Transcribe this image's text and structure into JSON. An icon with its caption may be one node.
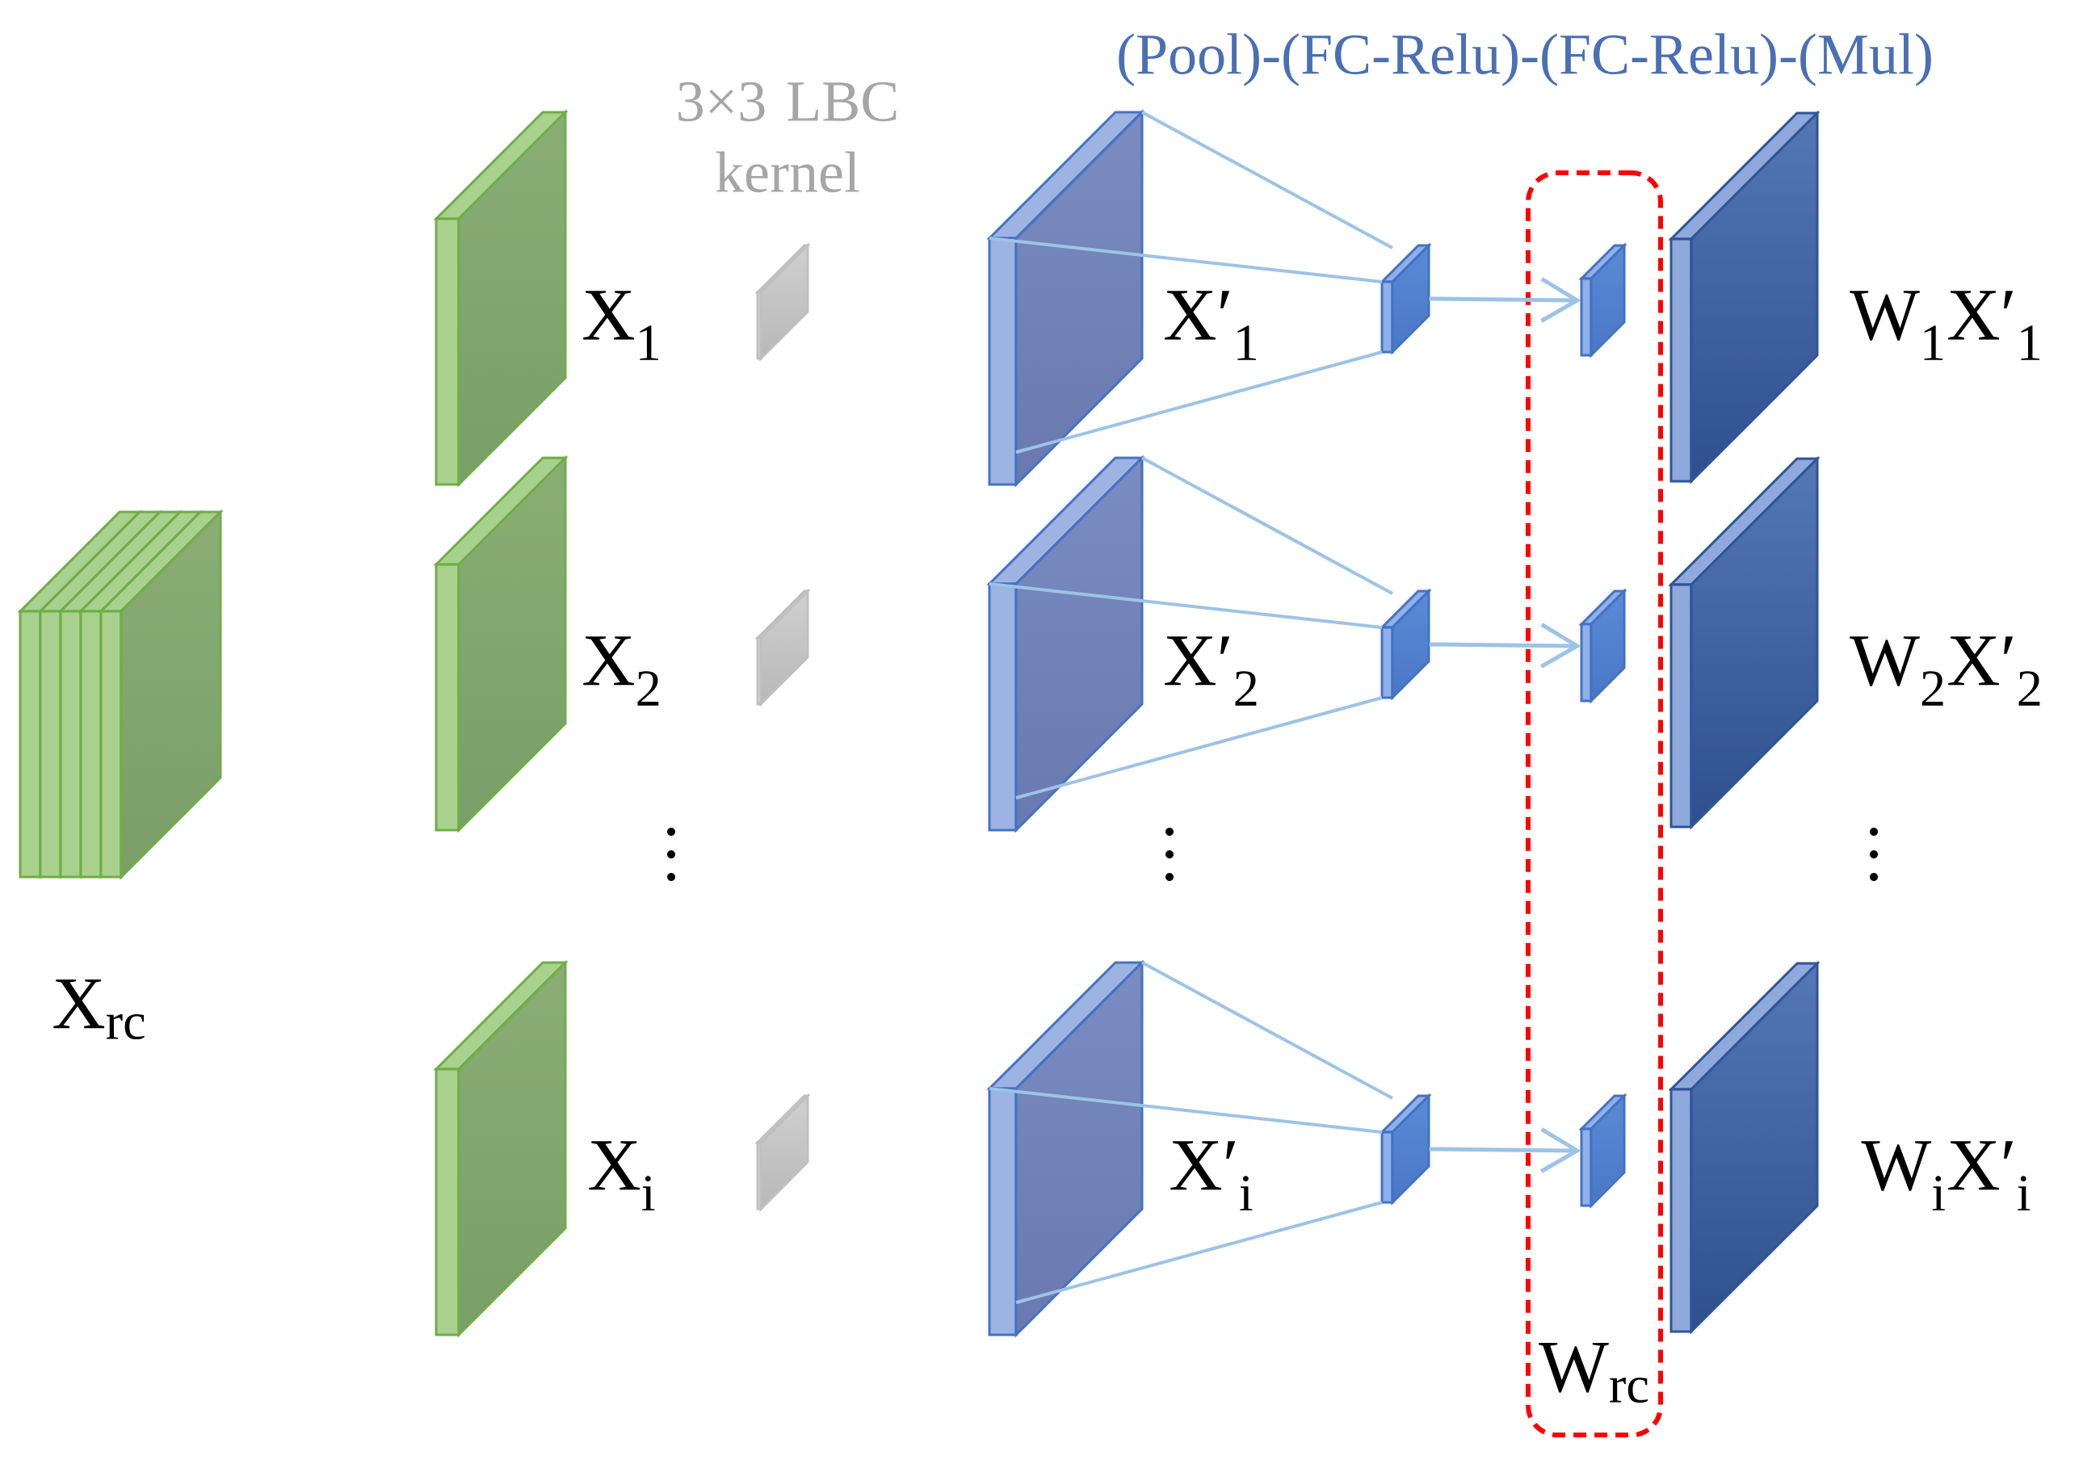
{
  "diagram": {
    "nodes": [
      {
        "text": [],
        "shape": "box",
        "beside": [
          "X$_{rc}$"
        ]
      },
      {
        "text": [],
        "shape": "box",
        "beside": [
          "X$_{1}$"
        ]
      },
      {
        "text": [],
        "shape": "box",
        "beside": [
          "X$_{2}$"
        ]
      },
      {
        "text": [],
        "shape": "box",
        "beside": [
          "X$_{i}$"
        ]
      },
      {
        "text": [],
        "shape": "box",
        "beside": [
          "3×3 LBC kernel"
        ]
      },
      {
        "text": [],
        "shape": "box"
      },
      {
        "text": [],
        "shape": "box"
      },
      {
        "text": [],
        "shape": "box",
        "beside": [
          "X′$_{1}$"
        ]
      },
      {
        "text": [],
        "shape": "box",
        "beside": [
          "X′$_{2}$"
        ]
      },
      {
        "text": [],
        "shape": "box",
        "beside": [
          "X′$_{i}$"
        ]
      },
      {
        "text": [],
        "shape": "box"
      },
      {
        "text": [],
        "shape": "box"
      },
      {
        "text": [],
        "shape": "box"
      },
      {
        "text": [
          "W$_{rc}$"
        ]
      },
      {
        "text": [],
        "shape": "box",
        "in": 13
      },
      {
        "text": [],
        "shape": "box",
        "in": 13
      },
      {
        "text": [],
        "shape": "box",
        "in": 13
      },
      {
        "text": [],
        "shape": "box",
        "beside": [
          "W$_{1}$X′$_{1}$"
        ]
      },
      {
        "text": [],
        "shape": "box",
        "beside": [
          "W$_{2}$X′$_{2}$"
        ]
      },
      {
        "text": [],
        "shape": "box",
        "beside": [
          "W$_{i}$X′$_{i}$"
        ]
      }
    ],
    "edges": [
      {
        "from": 7,
        "to": 10,
        "arrow": "none"
      },
      {
        "from": 7,
        "to": 10,
        "arrow": "none"
      },
      {
        "from": 7,
        "to": 10,
        "arrow": "none"
      },
      {
        "from": 8,
        "to": 11,
        "arrow": "none"
      },
      {
        "from": 8,
        "to": 11,
        "arrow": "none"
      },
      {
        "from": 8,
        "to": 11,
        "arrow": "none"
      },
      {
        "from": 9,
        "to": 12,
        "arrow": "none"
      },
      {
        "from": 9,
        "to": 12,
        "arrow": "none"
      },
      {
        "from": 9,
        "to": 12,
        "arrow": "none"
      },
      {
        "from": 10,
        "to": 14,
        "arrow": "to"
      },
      {
        "from": 11,
        "to": 15,
        "arrow": "to"
      },
      {
        "from": 12,
        "to": 16,
        "arrow": "to"
      }
    ],
    "labels": [
      "(Pool)-(FC-Relu)-(FC-Relu)-(Mul)"
    ]
  }
}
